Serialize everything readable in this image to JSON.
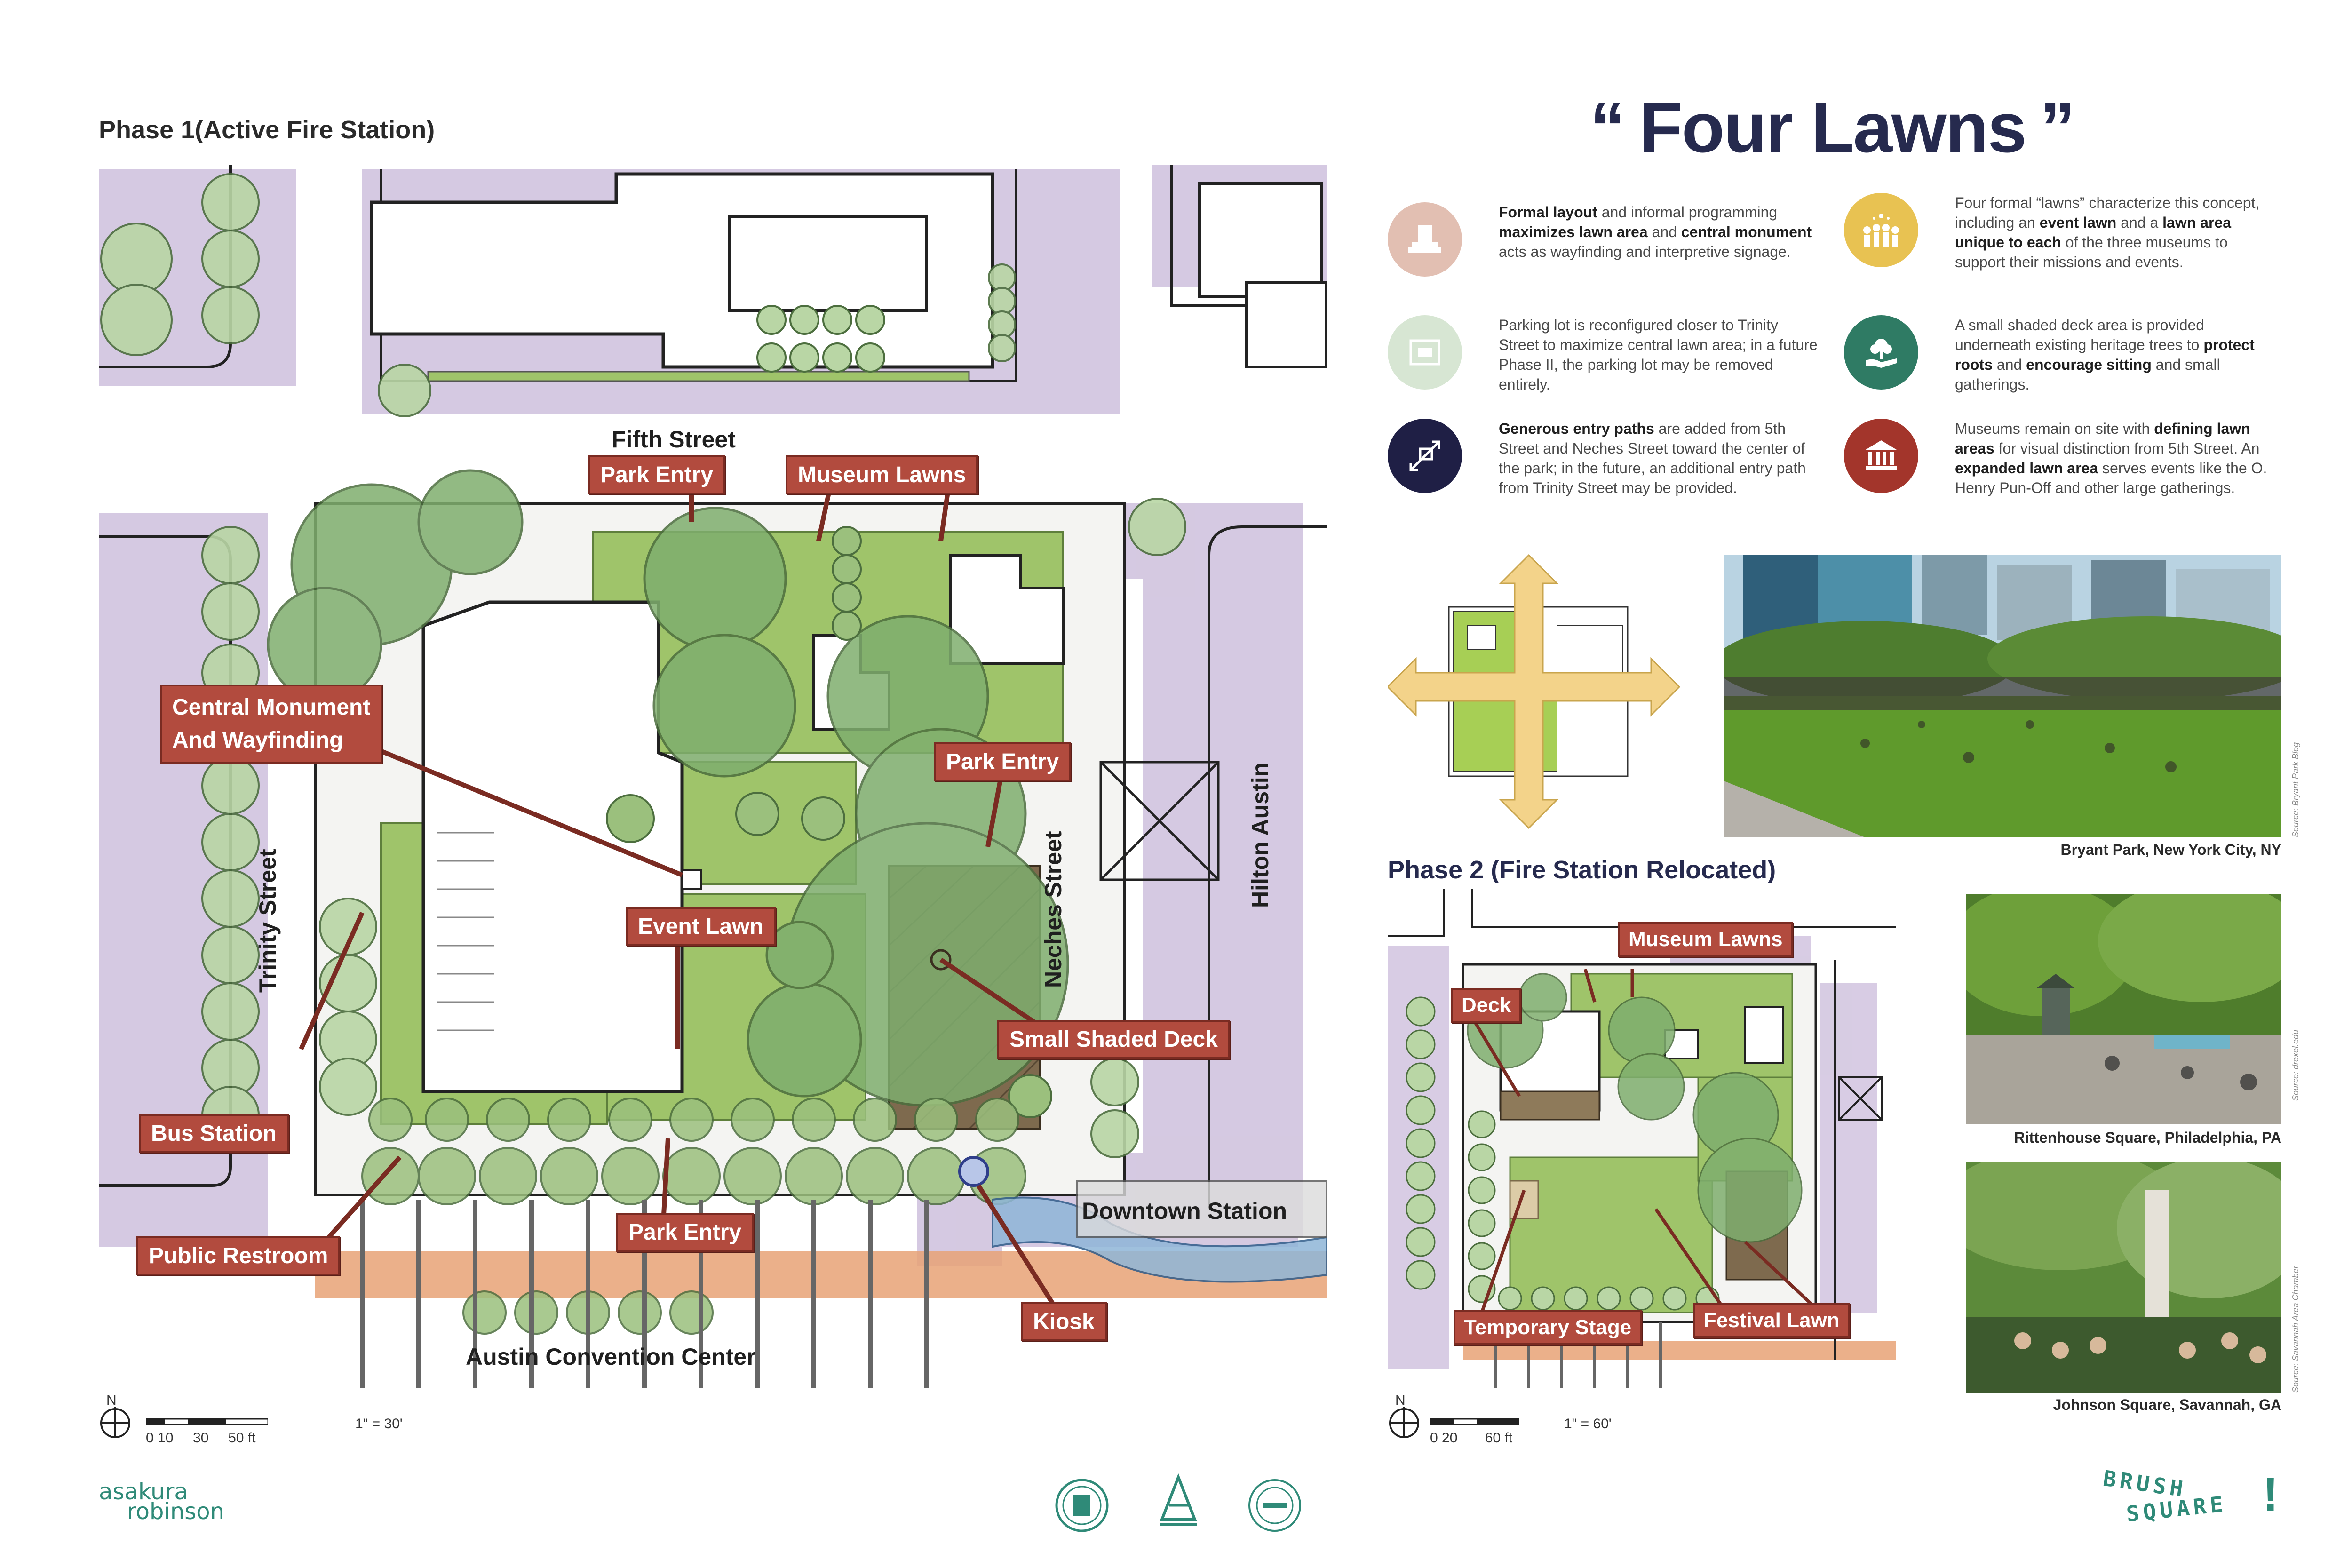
{
  "phase1": {
    "heading": "Phase 1(Active Fire Station)",
    "streets": {
      "fifth": "Fifth Street",
      "trinity": "Trinity Street",
      "neches": "Neches Street",
      "hilton": "Hilton Austin",
      "downtown_station": "Downtown Station",
      "convention": "Austin Convention Center"
    },
    "callouts": {
      "park_entry_top": "Park Entry",
      "museum_lawns": "Museum Lawns",
      "central_monument_1": "Central Monument",
      "central_monument_2": "And Wayfinding",
      "park_entry_right": "Park Entry",
      "event_lawn": "Event Lawn",
      "small_shaded_deck": "Small Shaded Deck",
      "bus_station": "Bus Station",
      "public_restroom": "Public Restroom",
      "park_entry_bottom": "Park Entry",
      "kiosk": "Kiosk"
    },
    "scale": {
      "north": "N",
      "ticks": "0 10     30     50 ft",
      "ratio": "1\" = 30'"
    }
  },
  "title": {
    "open_quote": "“",
    "text": "Four Lawns",
    "close_quote": "”"
  },
  "features": {
    "f1": {
      "b1": "Formal layout",
      "t1": " and informal programming ",
      "b2": "maximizes lawn area",
      "t2": " and ",
      "b3": "central monument",
      "t3": " acts as wayfinding and interpretive signage."
    },
    "f2": {
      "t1": "Four formal “lawns” characterize this concept, including an ",
      "b1": "event lawn",
      "t2": " and a ",
      "b2": "lawn area unique to each",
      "t3": " of the three museums to support their missions and events."
    },
    "f3": {
      "t1": "Parking lot is reconfigured closer to Trinity Street to maximize central lawn area; in a future Phase II, the parking lot may be removed entirely."
    },
    "f4": {
      "t1": "A small shaded deck area is provided underneath existing heritage trees to ",
      "b1": "protect roots",
      "t2": " and ",
      "b2": "encourage sitting",
      "t3": " and small gatherings."
    },
    "f5": {
      "b1": "Generous entry paths",
      "t1": " are added from 5th Street and Neches Street toward the center of the park; in the future, an additional entry path from Trinity Street may be provided."
    },
    "f6": {
      "t1": "Museums remain on site with ",
      "b1": "defining lawn areas",
      "t2": " for visual distinction from 5th Street. An ",
      "b2": "expanded lawn area",
      "t3": " serves events like the O. Henry Pun-Off and other large gatherings."
    }
  },
  "photos": {
    "bryant": {
      "caption": "Bryant Park, New York City, NY",
      "source": "Source: Bryant Park Blog"
    },
    "rittenhouse": {
      "caption": "Rittenhouse Square, Philadelphia, PA",
      "source": "Source: drexel.edu"
    },
    "johnson": {
      "caption": "Johnson Square, Savannah, GA",
      "source": "Source: Savannah Area Chamber"
    }
  },
  "phase2": {
    "heading": "Phase 2 (Fire Station Relocated)",
    "callouts": {
      "museum_lawns": "Museum Lawns",
      "deck": "Deck",
      "temporary_stage": "Temporary Stage",
      "festival_lawn": "Festival Lawn"
    },
    "scale": {
      "north": "N",
      "ticks": "0 20       60 ft",
      "ratio": "1\" = 60'"
    }
  },
  "footer": {
    "firm_1": "asakura",
    "firm_2": "robinson",
    "brand_1": "BRUSH",
    "brand_2": "SQUARE",
    "brand_mark": "!"
  },
  "colors": {
    "callout_fill": "#b24b3e",
    "title_navy": "#262a4e",
    "lawn_green": "#9fc46a",
    "tree_green": "#7fae6e",
    "building_shadow": "#c7b7d8",
    "path_orange": "#e8a276",
    "brand_teal": "#2f8a78"
  }
}
